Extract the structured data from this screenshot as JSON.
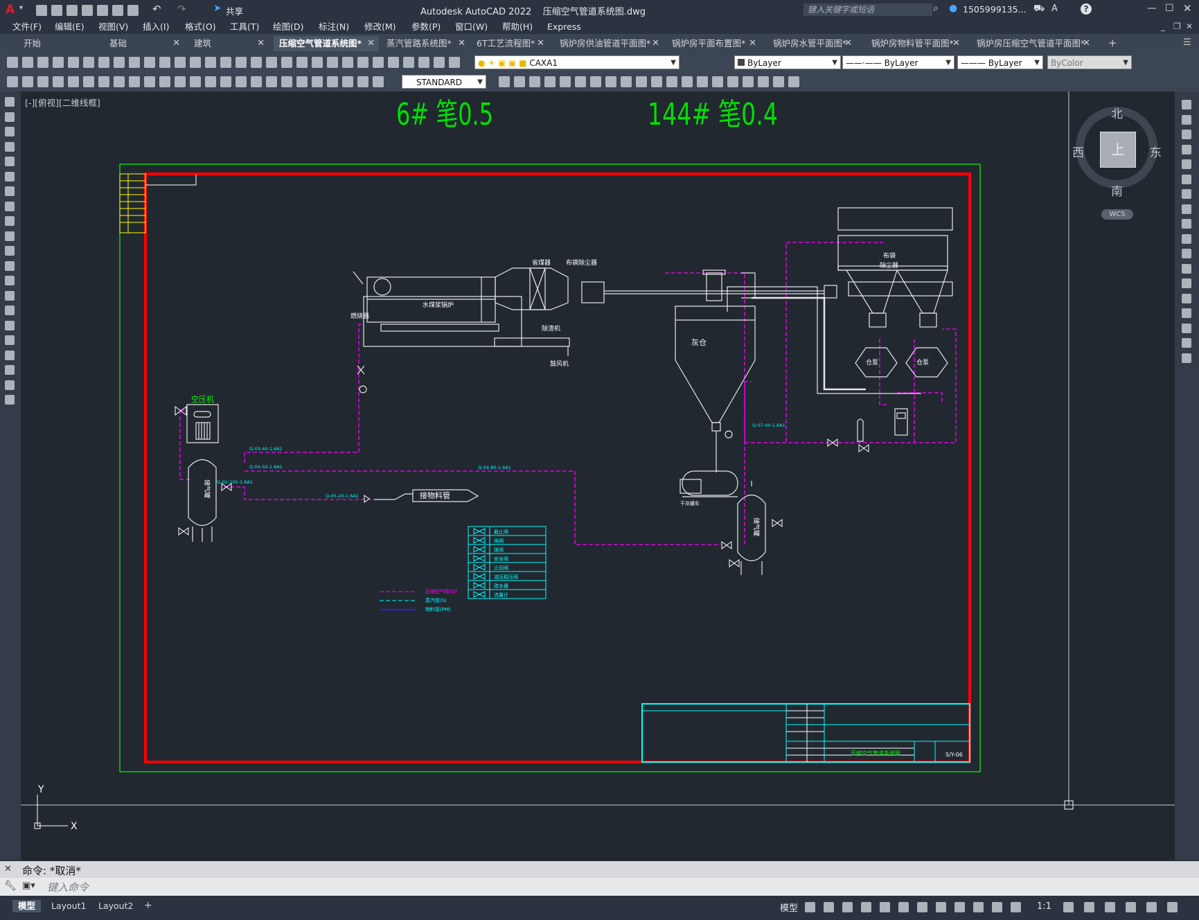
{
  "app": {
    "title": "Autodesk AutoCAD 2022    压缩空气管道系统图.dwg",
    "search_placeholder": "键入关键字或短语",
    "user": "1505999135...",
    "share": "共享"
  },
  "menus": [
    "文件(F)",
    "编辑(E)",
    "视图(V)",
    "插入(I)",
    "格式(O)",
    "工具(T)",
    "绘图(D)",
    "标注(N)",
    "修改(M)",
    "参数(P)",
    "窗口(W)",
    "帮助(H)",
    "Express"
  ],
  "tabs": [
    {
      "label": "开始",
      "active": false
    },
    {
      "label": "基础",
      "active": false
    },
    {
      "label": "建筑",
      "active": false
    },
    {
      "label": "压缩空气管道系统图*",
      "active": true
    },
    {
      "label": "蒸汽管路系统图*",
      "active": false
    },
    {
      "label": "6T工艺流程图*",
      "active": false
    },
    {
      "label": "锅炉房供油管道平面图*",
      "active": false
    },
    {
      "label": "锅炉房平面布置图*",
      "active": false
    },
    {
      "label": "锅炉房水管平面图*",
      "active": false
    },
    {
      "label": "锅炉房物料管平面图*",
      "active": false
    },
    {
      "label": "锅炉房压缩空气管道平面图*",
      "active": false
    }
  ],
  "properties": {
    "layer": "CAXA1",
    "color": "ByLayer",
    "linetype": "ByLayer",
    "lineweight": "ByLayer",
    "plotstyle": "ByColor",
    "textstyle": "STANDARD"
  },
  "viewport_label": "[-][俯视][二维线框]",
  "viewcube": {
    "north": "北",
    "south": "南",
    "east": "东",
    "west": "西",
    "top": "上",
    "wcs": "WCS"
  },
  "pen_notes": {
    "left": "6# 笔0.5",
    "right": "144# 笔0.4"
  },
  "drawing": {
    "equipment": {
      "compressor": "空压机",
      "boiler": "水煤浆锅炉",
      "economizer": "省煤器",
      "bag_filter": "布袋除尘器",
      "bag_filter_box_1": "布袋",
      "bag_filter_box_2": "除尘器",
      "burner": "燃烧器",
      "slag_remover": "除渣机",
      "blower": "鼓风机",
      "ash_silo": "灰仓",
      "ash_truck": "干灰罐车",
      "hopper_1": "仓泵",
      "hopper_2": "仓泵",
      "tank_left": "储气罐",
      "tank_right": "储气罐",
      "conveyor": "接物料管"
    },
    "pipe_labels": {
      "p1": "Q-03-40-1.6A1",
      "p2": "Q-04-50-1.6A1",
      "p3": "Q-02-100-1.6A1",
      "p4": "Q-05-20-1.6A1",
      "p5": "Q-04-80-1.6A1",
      "p6": "Q-07-40-1.6A1"
    },
    "legend_lines": [
      "压缩空气管(Q)",
      "蒸汽管(S)",
      "物料管(PM)"
    ],
    "valve_legend": [
      "截止阀",
      "闸阀",
      "球阀",
      "安全阀",
      "止回阀",
      "减压稳压阀",
      "疏水器",
      "流量计"
    ],
    "title_block": {
      "drawing_name": "压缩空气管道系统图",
      "drawing_no": "S/Y-06"
    }
  },
  "command": {
    "history": "命令: *取消*",
    "placeholder": "键入命令"
  },
  "status": {
    "tabs": [
      "模型",
      "Layout1",
      "Layout2"
    ],
    "scale": "1:1"
  },
  "colors": {
    "accent": "#4aa3ff",
    "border_red": "#ff0000",
    "frame_green": "#00ff00",
    "pipe_magenta": "#ff00ff",
    "cyan": "#00ffff"
  }
}
